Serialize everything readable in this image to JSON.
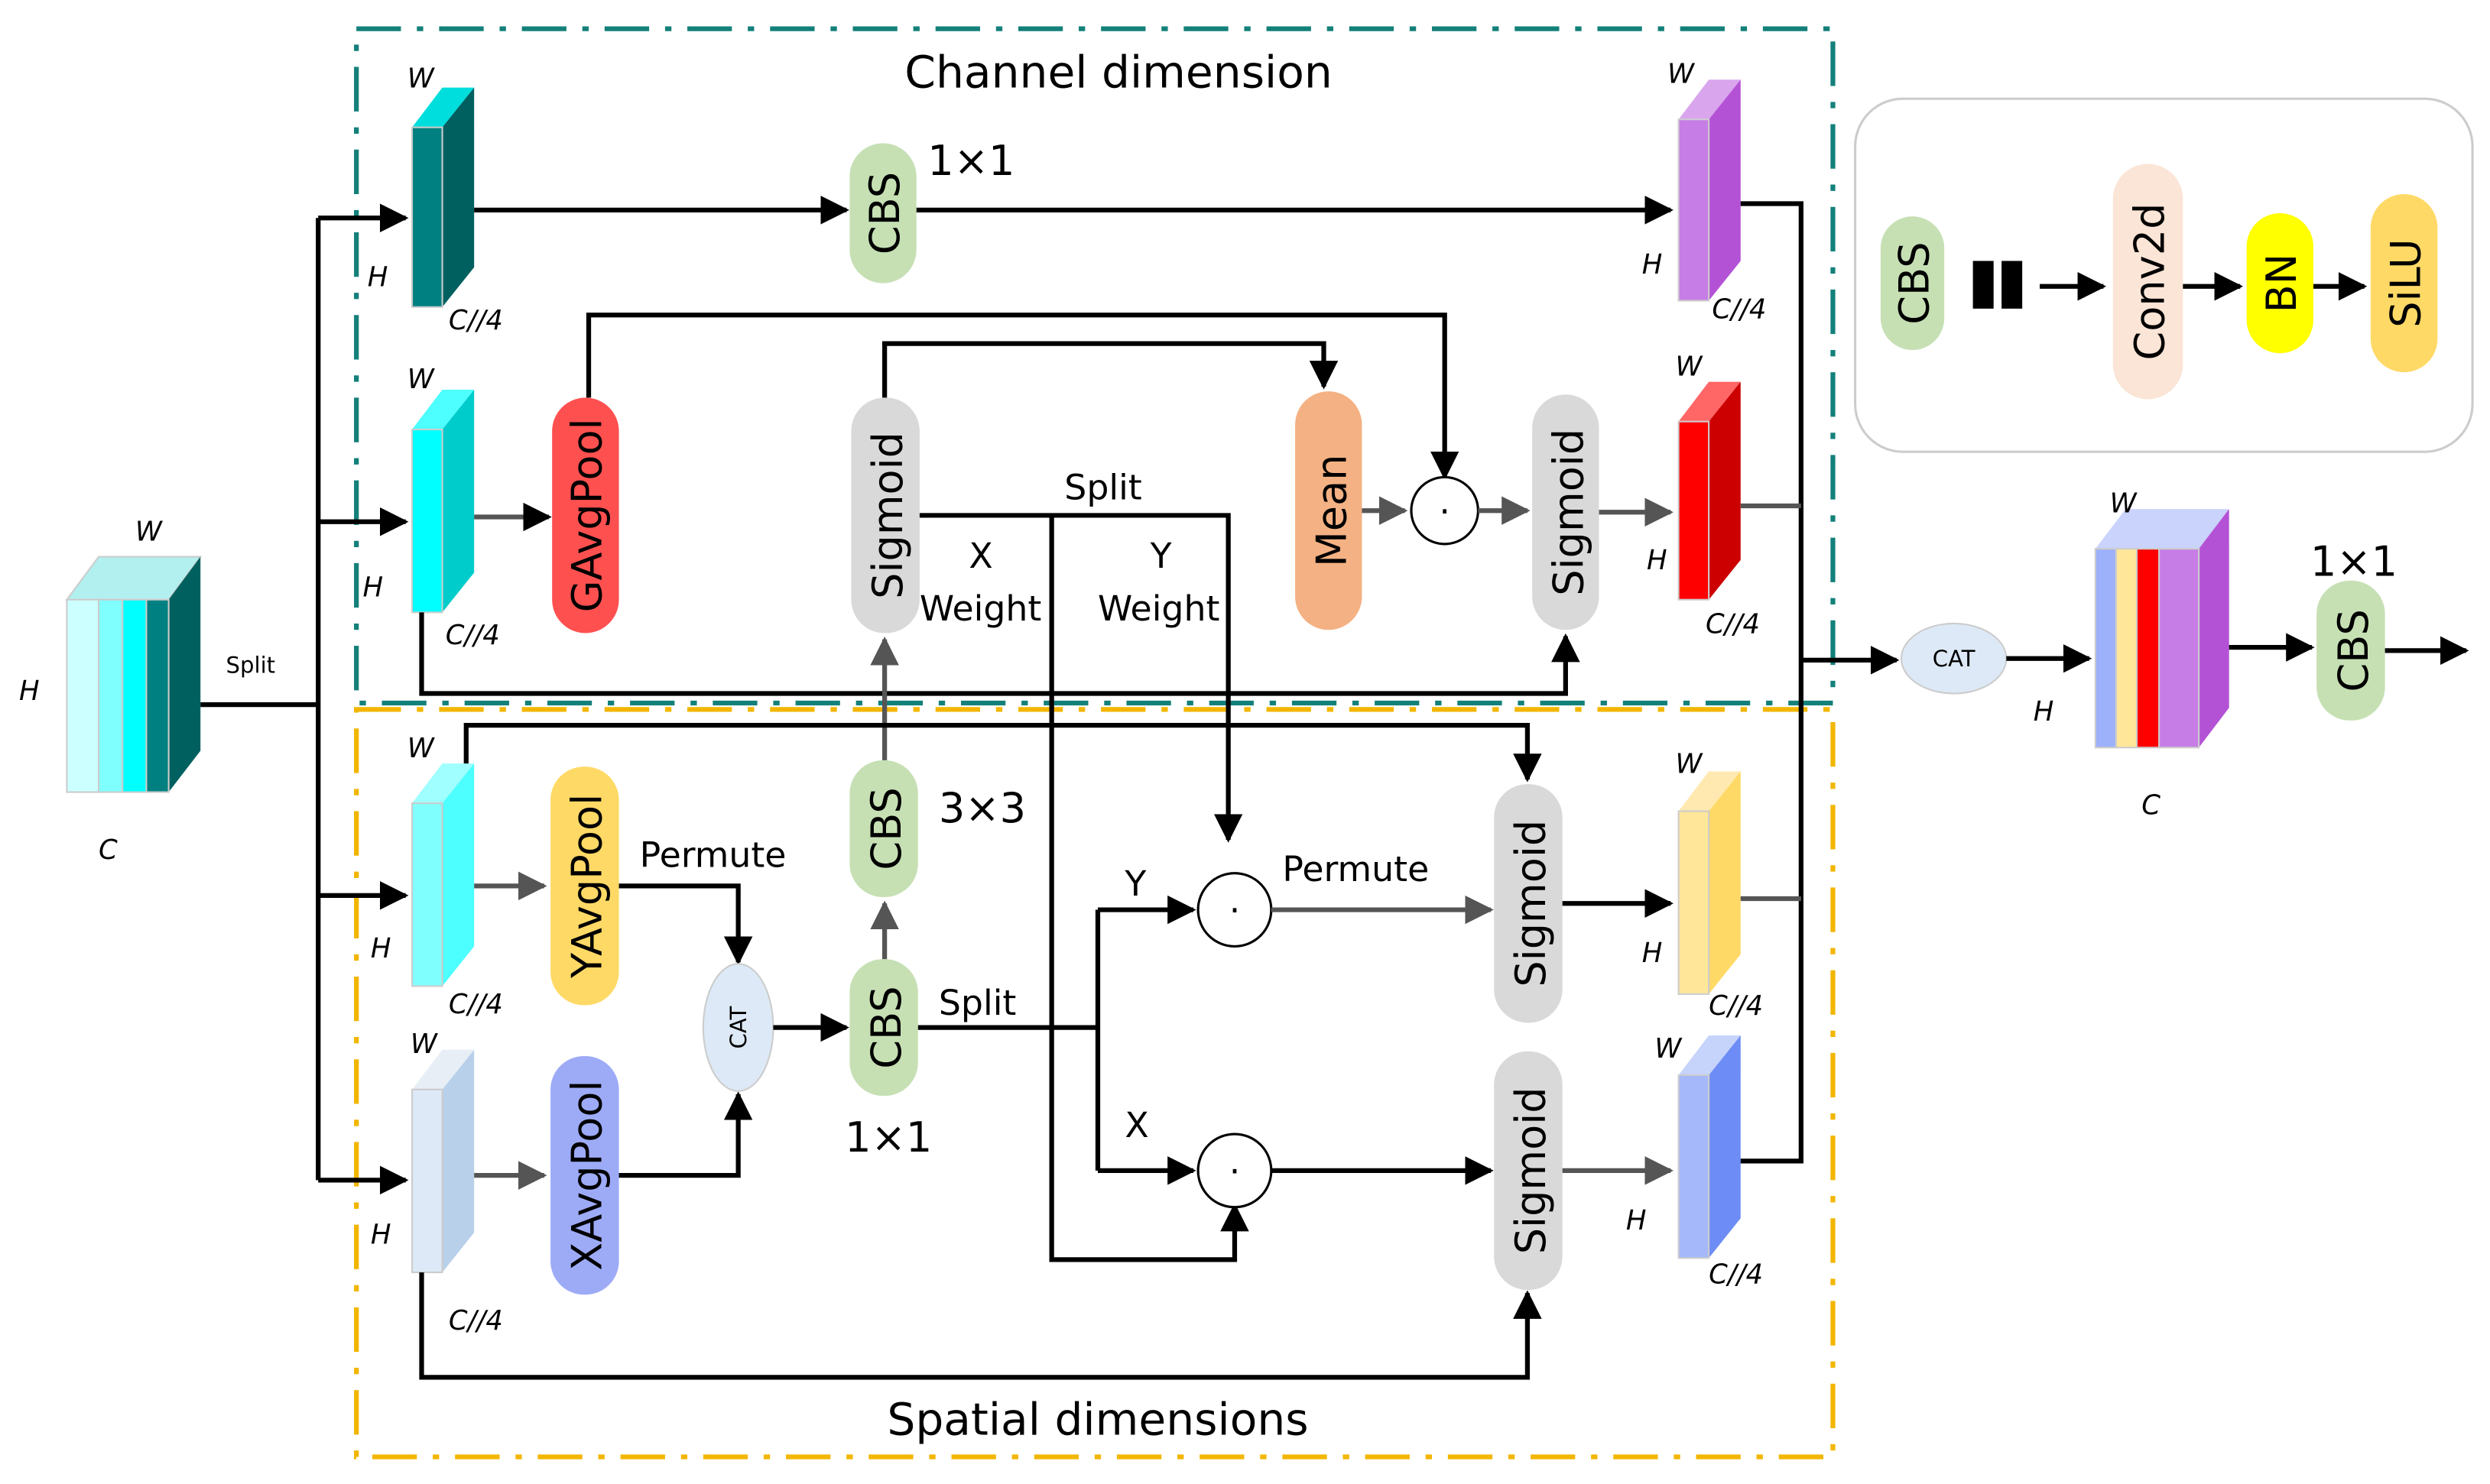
{
  "diagram": {
    "input_tensor": {
      "w": "W",
      "h": "H",
      "c": "C",
      "split": "Split"
    },
    "channel_box": {
      "title": "Channel dimension",
      "border_color": "#13807a"
    },
    "spatial_box": {
      "title": "Spatial dimensions",
      "border_color": "#f2b600"
    },
    "branch_labels": {
      "w": "W",
      "h": "H",
      "c": "C//4"
    },
    "nodes": {
      "cbs_top": "CBS",
      "cbs_top_kernel": "1×1",
      "gavgpool": "GAvgPool",
      "sigmoid_channel_1": "Sigmoid",
      "mean": "Mean",
      "sigmoid_channel_2": "Sigmoid",
      "yavgpool": "YAvgPool",
      "xavgpool": "XAvgPool",
      "cat_inner": "CAT",
      "cbs_1x1": "CBS",
      "cbs_1x1_kernel": "1×1",
      "cbs_3x3": "CBS",
      "cbs_3x3_kernel": "3×3",
      "sigmoid_spatial_y": "Sigmoid",
      "sigmoid_spatial_x": "Sigmoid",
      "cat_out": "CAT",
      "cbs_out": "CBS",
      "cbs_out_kernel": "1×1",
      "dot": "·"
    },
    "edge_labels": {
      "split_channel": "Split",
      "x_weight_1": "X",
      "x_weight_2": "Weight",
      "y_weight_1": "Y",
      "y_weight_2": "Weight",
      "permute_1": "Permute",
      "split_spatial": "Split",
      "y": "Y",
      "x": "X",
      "permute_2": "Permute"
    },
    "output_tensor": {
      "w": "W",
      "h": "H",
      "c": "C"
    },
    "legend": {
      "cbs": "CBS",
      "equals": "=",
      "conv2d": "Conv2d",
      "bn": "BN",
      "silu": "SiLU"
    },
    "colors": {
      "teal_dark": "#006060",
      "teal": "#008080",
      "cyan": "#00cccc",
      "cyan_light": "#4dffff",
      "light_blue": "#b8d0ea",
      "purple": "#b452d6",
      "red": "#cc0000",
      "yellow": "#ffd966",
      "blue": "#6d8cf5",
      "cbs_green": "#c6e0b4",
      "gavgpool_red": "#ff5050",
      "sigmoid_grey": "#d9d9d9",
      "mean_orange": "#f4b183",
      "yavgpool_yellow": "#ffd966",
      "xavgpool_blue": "#9dabf7",
      "cat_fill": "#dde9f6",
      "conv2d_fill": "#fbe5d6",
      "bn_yellow": "#ffff00",
      "silu_yellow": "#ffd966"
    }
  }
}
